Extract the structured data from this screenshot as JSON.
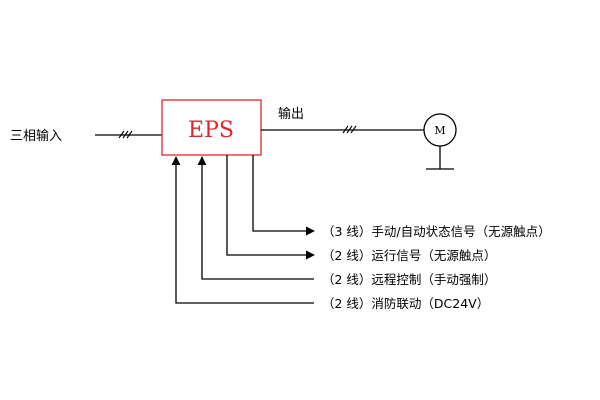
{
  "diagram": {
    "input_label": "三相输入",
    "box_label": "EPS",
    "output_label": "输出",
    "motor_label": "M",
    "signals": [
      {
        "text": "（3 线）手动/自动状态信号（无源触点）",
        "direction": "out"
      },
      {
        "text": "（2 线）运行信号（无源触点）",
        "direction": "out"
      },
      {
        "text": "（2 线）远程控制（手动强制）",
        "direction": "in"
      },
      {
        "text": "（2 线）消防联动（DC24V）",
        "direction": "in"
      }
    ],
    "colors": {
      "box_border": "#e0262b",
      "box_text": "#e0262b",
      "line": "#000000"
    }
  }
}
